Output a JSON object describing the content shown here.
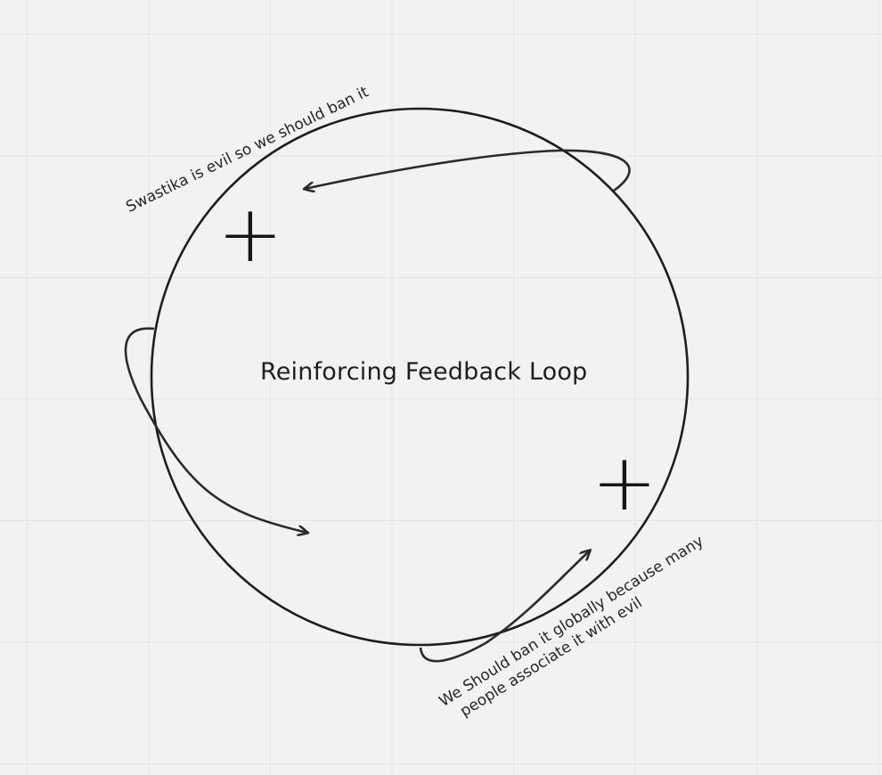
{
  "diagram": {
    "title": "Reinforcing Feedback Loop",
    "polarity_top": "+",
    "polarity_bottom": "+",
    "note_top": "Swastika is evil so we should ban it",
    "note_bottom_line1": "We Should ban it globally because many",
    "note_bottom_line2": "people associate it with evil"
  },
  "colors": {
    "background": "#f2f2f2",
    "grid": "#e4e4e4",
    "stroke": "#2b2b2b"
  }
}
